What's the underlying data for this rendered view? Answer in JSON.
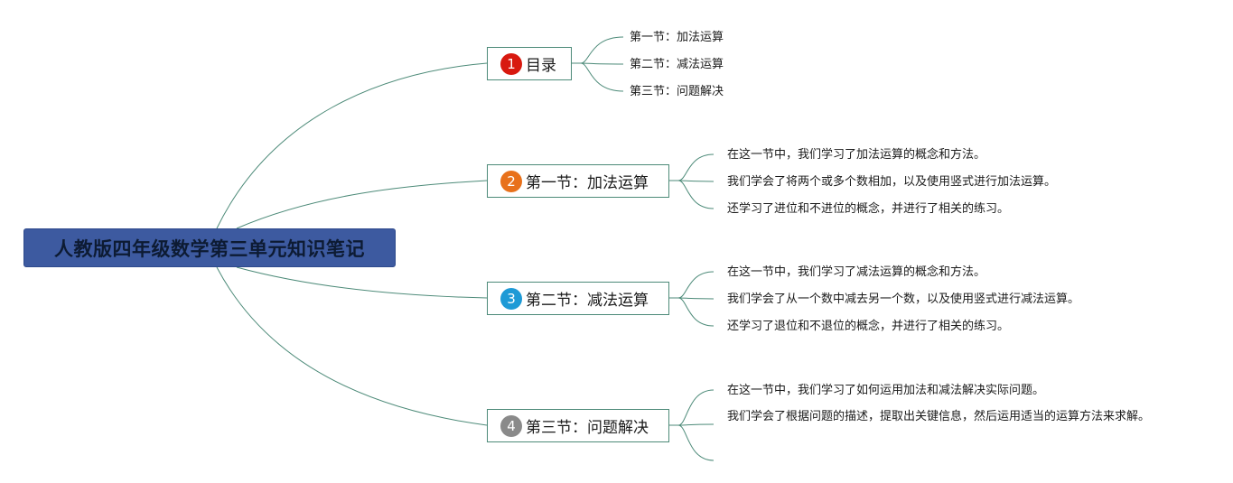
{
  "root": {
    "title": "人教版四年级数学第三单元知识笔记"
  },
  "branches": [
    {
      "badge": "1",
      "badge_color": "#d8190f",
      "title": "目录",
      "items": [
        "第一节：加法运算",
        "第二节：减法运算",
        "第三节：问题解决"
      ]
    },
    {
      "badge": "2",
      "badge_color": "#e8711b",
      "title": "第一节：加法运算",
      "items": [
        "在这一节中，我们学习了加法运算的概念和方法。",
        "我们学会了将两个或多个数相加，以及使用竖式进行加法运算。",
        "还学习了进位和不进位的概念，并进行了相关的练习。"
      ]
    },
    {
      "badge": "3",
      "badge_color": "#1e9ad6",
      "title": "第二节：减法运算",
      "items": [
        "在这一节中，我们学习了减法运算的概念和方法。",
        "我们学会了从一个数中减去另一个数，以及使用竖式进行减法运算。",
        "还学习了退位和不退位的概念，并进行了相关的练习。"
      ]
    },
    {
      "badge": "4",
      "badge_color": "#8a8a8a",
      "title": "第三节：问题解决",
      "items": [
        "在这一节中，我们学习了如何运用加法和减法解决实际问题。",
        "我们学会了根据问题的描述，提取出关键信息，然后运用适当的运算方法来求解。",
        ""
      ]
    }
  ],
  "colors": {
    "link": "#4c8a78",
    "root_fill": "#3d5aa0"
  }
}
